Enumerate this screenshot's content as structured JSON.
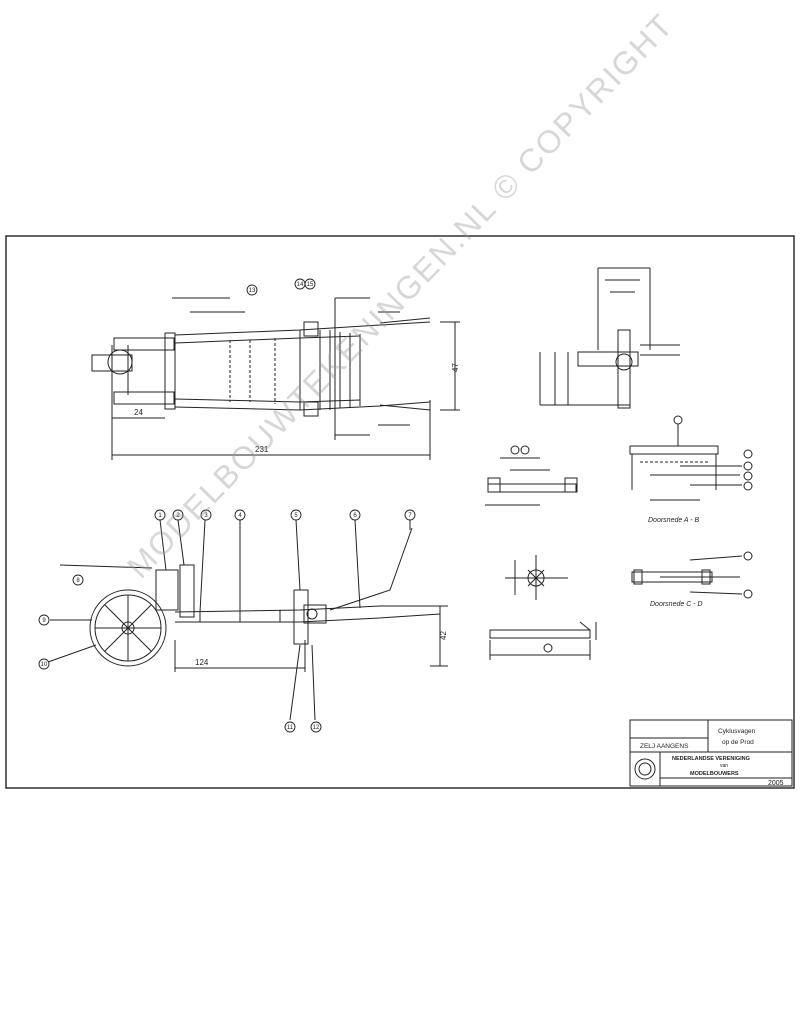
{
  "drawing": {
    "title_block": {
      "line_1": "Cyklusvagen",
      "line_2": "op de Prod",
      "category": "ZELJ AANGENS",
      "org_1": "NEDERLANDSE VERENIGING",
      "org_2": "van",
      "org_3": "MODELBOUWERS",
      "drawing_number": "2005"
    },
    "watermark": "MODELBOUWTEKENINGEN.NL © COPYRIGHT",
    "section_labels": {
      "section_ab": "Doorsnede A - B",
      "section_cd": "Doorsnede C - D"
    },
    "dimensions": {
      "overall_length": "231",
      "height": "47",
      "left_offset": "24",
      "lower_length": "124",
      "lower_height": "42"
    },
    "callouts": [
      "1",
      "2",
      "3",
      "4",
      "5",
      "6",
      "7",
      "8",
      "9",
      "10",
      "11",
      "12",
      "13",
      "14",
      "15"
    ],
    "colors": {
      "ink": "#222222",
      "paper": "#ffffff",
      "watermark": "#9a9a9a"
    }
  }
}
